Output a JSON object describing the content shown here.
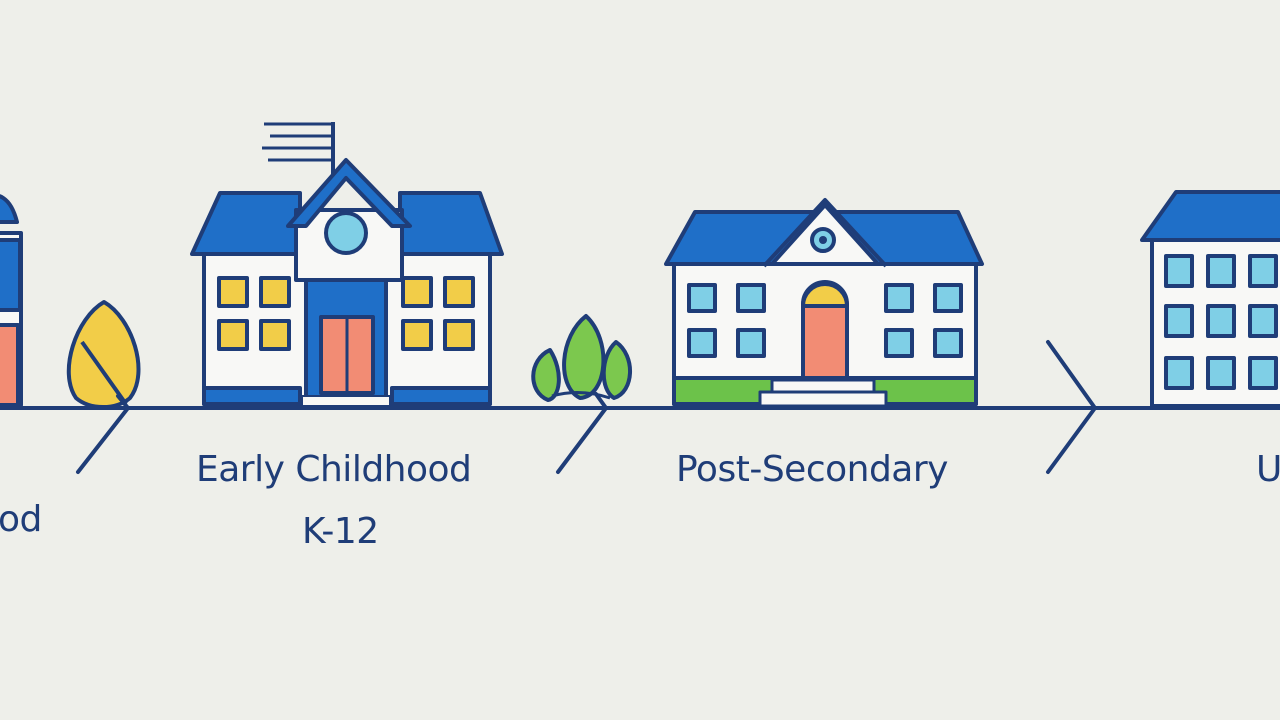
{
  "labels": {
    "left_fragment": "od",
    "early_childhood": "Early Childhood",
    "k12": "K-12",
    "post_secondary": "Post-Secondary",
    "right_fragment": "U"
  },
  "colors": {
    "background": "#eeefea",
    "outline": "#1f3d78",
    "roof_blue": "#1f6fc8",
    "window_yellow": "#f2cd48",
    "window_cyan": "#7fcfe6",
    "door_salmon": "#f28c74",
    "grass_green": "#6cc24a",
    "tree_yellow": "#f2cd48",
    "shrub_green": "#7cc84e"
  },
  "icons": [
    "flag-icon",
    "school-building-icon",
    "tree-icon",
    "shrub-icon",
    "chevron-right-icon",
    "house-icon",
    "apartment-building-icon"
  ]
}
